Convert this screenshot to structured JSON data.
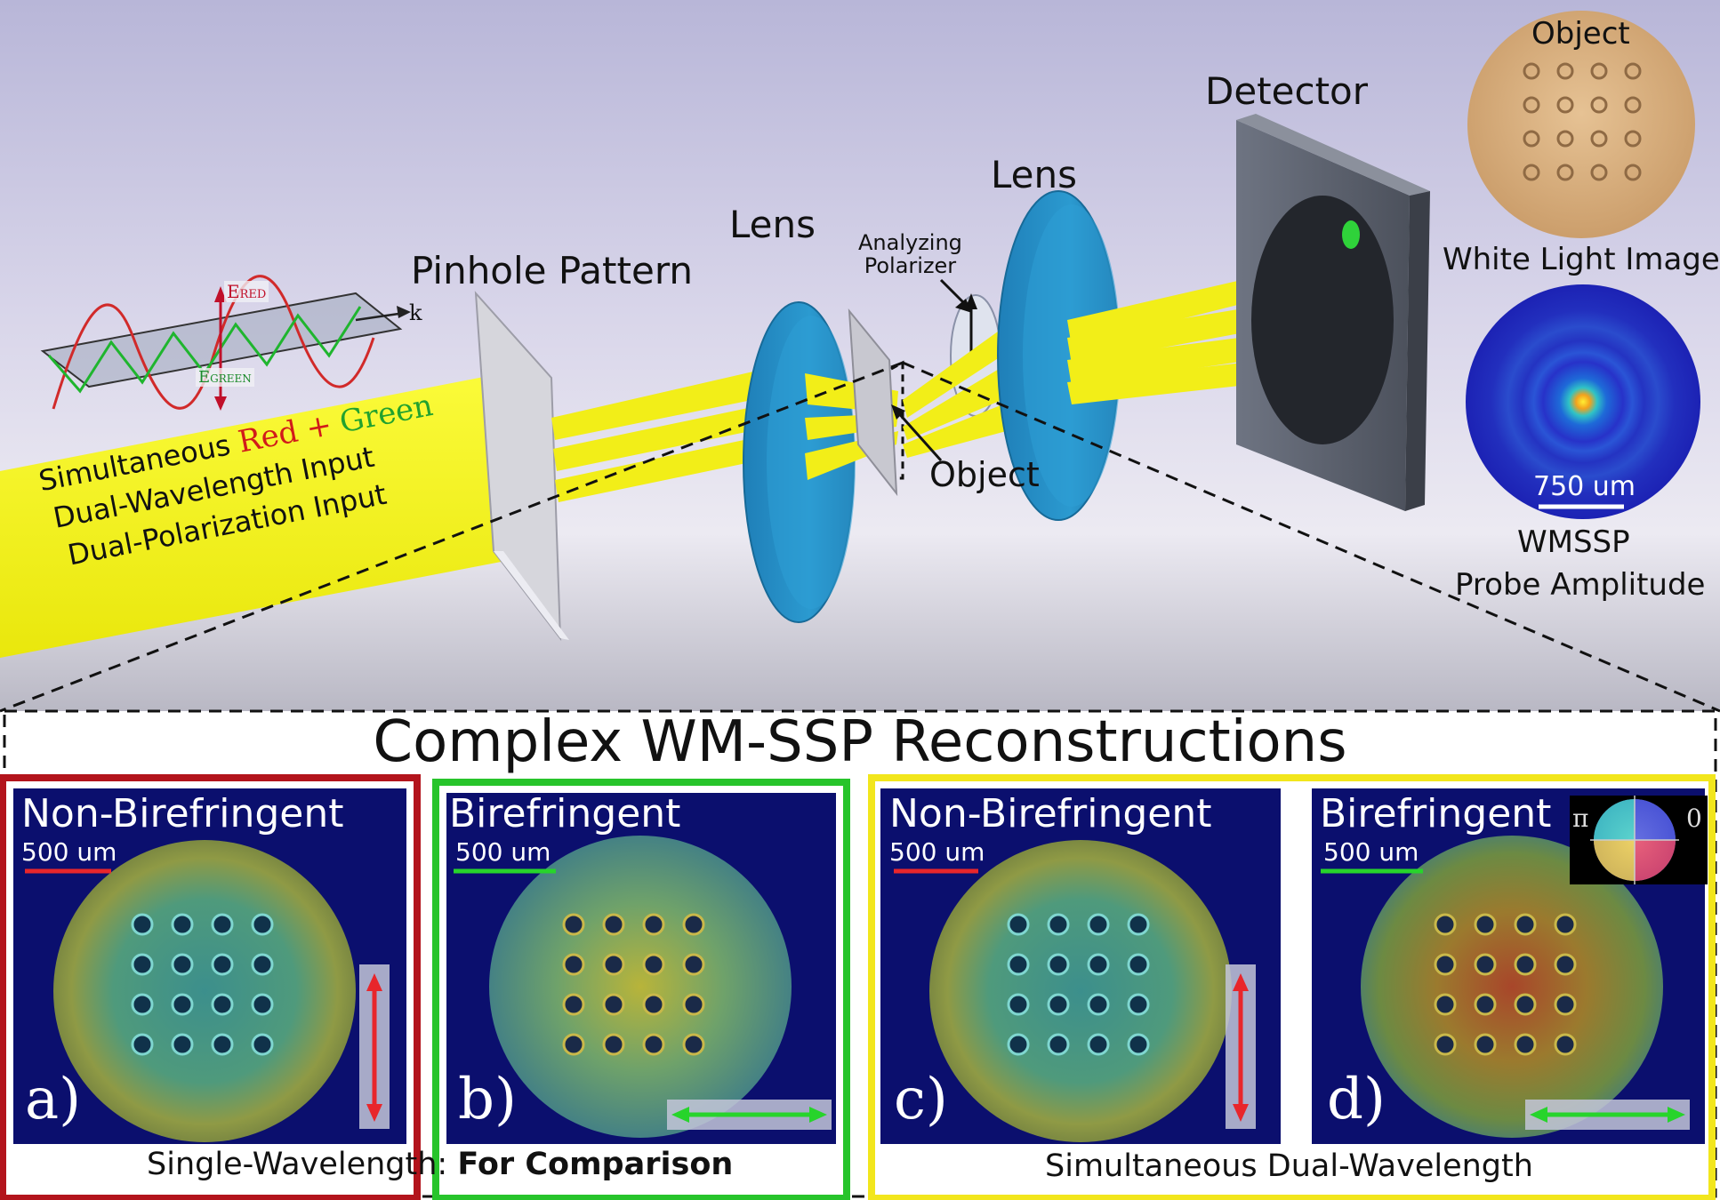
{
  "setup": {
    "input_line1_prefix": "Simultaneous",
    "input_red_word": "Red",
    "input_plus": "+",
    "input_green_word": "Green",
    "input_line2": "Dual-Wavelength Input",
    "input_line3": "Dual-Polarization Input",
    "e_red": "E",
    "e_red_sub": "RED",
    "e_green": "E",
    "e_green_sub": "GREEN",
    "k_vector": "k",
    "pinhole_label": "Pinhole Pattern",
    "lens1_label": "Lens",
    "lens2_label": "Lens",
    "analyzer_label_line1": "Analyzing",
    "analyzer_label_line2": "Polarizer",
    "object_label": "Object",
    "detector_label": "Detector"
  },
  "insets": {
    "object_title": "Object",
    "white_light_caption": "White Light Image",
    "probe_scale": "750 um",
    "probe_caption_line1": "WMSSP",
    "probe_caption_line2": "Probe Amplitude"
  },
  "reconstructions": {
    "heading": "Complex WM-SSP Reconstructions",
    "panels": [
      {
        "letter": "a)",
        "title": "Non-Birefringent",
        "scale": "500 um",
        "border_color": "#b3141c",
        "scale_color": "#e8262b",
        "polarization": "vertical"
      },
      {
        "letter": "b)",
        "title": "Birefringent",
        "scale": "500 um",
        "border_color": "#27c42b",
        "scale_color": "#27d42b",
        "polarization": "horizontal"
      },
      {
        "letter": "c)",
        "title": "Non-Birefringent",
        "scale": "500 um",
        "border_color": "#f2e61c",
        "scale_color": "#e8262b",
        "polarization": "vertical"
      },
      {
        "letter": "d)",
        "title": "Birefringent",
        "scale": "500 um",
        "border_color": "#f2e61c",
        "scale_color": "#27d42b",
        "polarization": "horizontal"
      }
    ],
    "caption_single_prefix": "Single-Wavelength:",
    "caption_single_bold": "For Comparison",
    "caption_dual": "Simultaneous Dual-Wavelength",
    "phase_pi": "π",
    "phase_zero": "0"
  }
}
